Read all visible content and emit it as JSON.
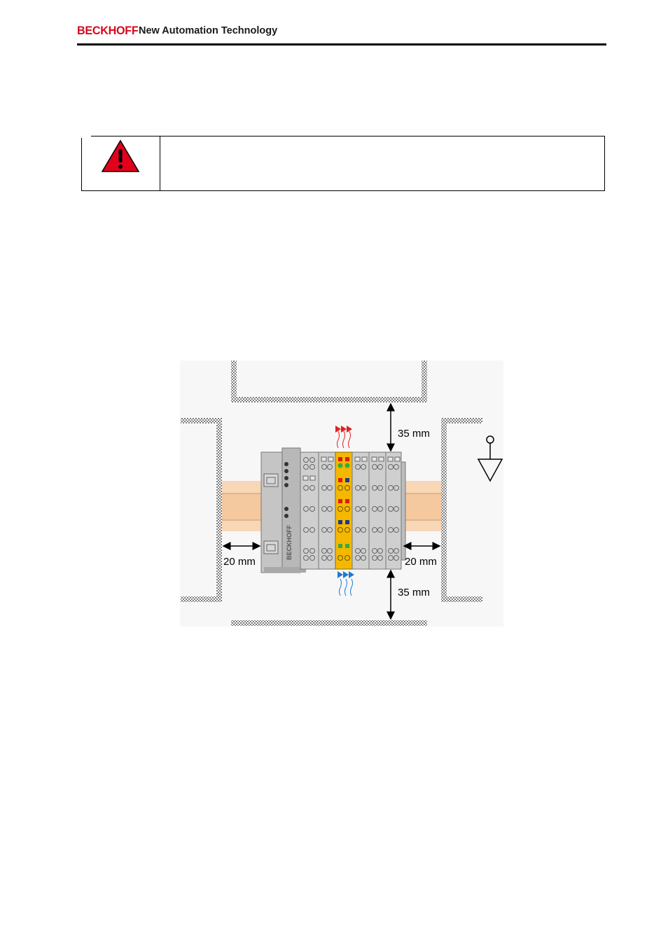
{
  "header": {
    "brand": "BECKHOFF",
    "tagline": "New Automation Technology"
  },
  "warning": {
    "icon": "warning-triangle-icon",
    "text": ""
  },
  "figure": {
    "labels": {
      "top_clearance": "35 mm",
      "bottom_clearance": "35 mm",
      "left_clearance": "20 mm",
      "right_clearance": "20 mm"
    },
    "coupler_text": "BECKHOFF",
    "colors": {
      "rail": "#f4c9a0",
      "terminal_grey": "#c8c8c8",
      "safety_terminal": "#f5b800",
      "hot_air_arrows": "#e02020",
      "cool_air_arrows": "#1e78d2"
    }
  }
}
